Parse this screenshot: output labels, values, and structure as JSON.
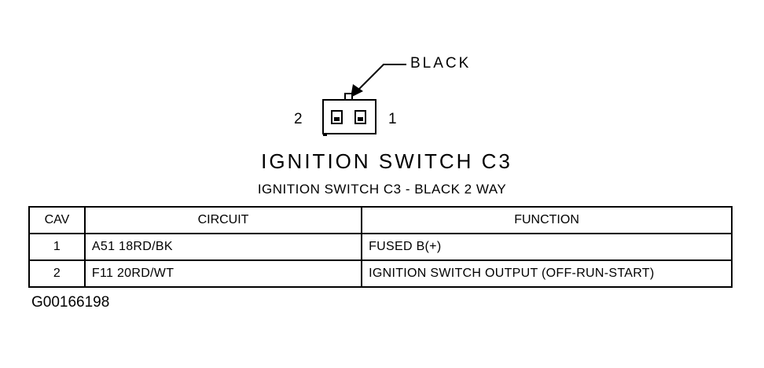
{
  "connector": {
    "color_callout": "BLACK",
    "pin_left": "2",
    "pin_right": "1",
    "title": "IGNITION SWITCH C3"
  },
  "table": {
    "title": "IGNITION SWITCH C3 - BLACK 2 WAY",
    "headers": [
      "CAV",
      "CIRCUIT",
      "FUNCTION"
    ],
    "rows": [
      {
        "cav": "1",
        "circuit": "A51 18RD/BK",
        "function": "FUSED B(+)"
      },
      {
        "cav": "2",
        "circuit": "F11 20RD/WT",
        "function": "IGNITION SWITCH OUTPUT (OFF-RUN-START)"
      }
    ]
  },
  "figure_id": "G00166198"
}
